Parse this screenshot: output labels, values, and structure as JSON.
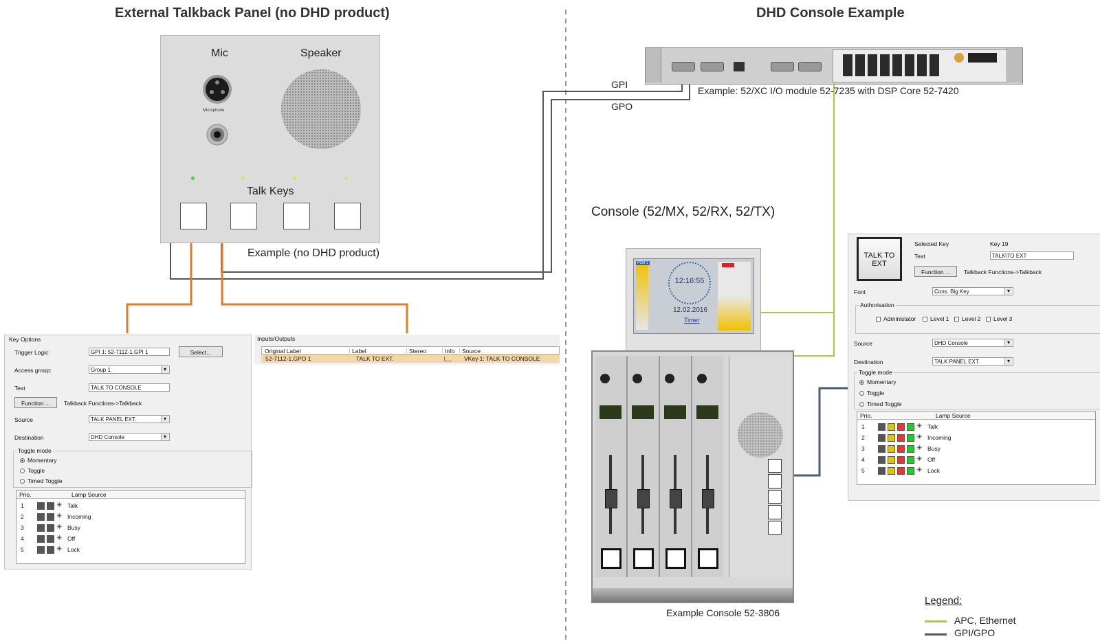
{
  "titles": {
    "left": "External Talkback Panel (no DHD product)",
    "right": "DHD Console Example"
  },
  "panel": {
    "mic": "Mic",
    "microphone": "Microphone",
    "speaker": "Speaker",
    "talk_keys": "Talk Keys",
    "example": "Example (no DHD product)"
  },
  "io_module": {
    "gpi": "GPI",
    "gpo": "GPO",
    "caption": "Example: 52/XC I/O module 52-7235 with DSP Core 52-7420"
  },
  "console": {
    "heading": "Console (52/MX, 52/RX, 52/TX)",
    "caption": "Example Console 52-3806",
    "clock_time": "12:16:55",
    "clock_date": "12.02.2016",
    "timer": "Timer",
    "pgm": "PGM 1"
  },
  "legend": {
    "title": "Legend:",
    "items": [
      {
        "label": "APC, Ethernet",
        "color": "#b5c734"
      },
      {
        "label": "GPI/GPO",
        "color": "#555555"
      }
    ]
  },
  "colors": {
    "gpio_line": "#555555",
    "apc_line": "#b5c734",
    "arrow": "#e07b2a",
    "console_link": "#4a5a80"
  },
  "key_options": {
    "group_title": "Key Options",
    "trigger_logic_label": "Trigger Logic:",
    "trigger_logic_value": "GPI 1: 52-7112-1.GPI 1",
    "select_button": "Select...",
    "access_group_label": "Access group:",
    "access_group_value": "Group 1",
    "text_label": "Text",
    "text_value": "TALK TO CONSOLE",
    "function_button": "Function ...",
    "function_value": "Talkback Functions->Talkback",
    "source_label": "Source",
    "source_value": "TALK PANEL EXT.",
    "destination_label": "Destination",
    "destination_value": "DHD Console",
    "toggle_title": "Toggle mode",
    "toggle_options": [
      "Momentary",
      "Toggle",
      "Timed Toggle"
    ],
    "list_headers": {
      "prio": "Prio.",
      "lamp_source": "Lamp Source"
    },
    "rows": [
      {
        "prio": "1",
        "name": "Talk"
      },
      {
        "prio": "2",
        "name": "Incoming"
      },
      {
        "prio": "3",
        "name": "Busy"
      },
      {
        "prio": "4",
        "name": "Off"
      },
      {
        "prio": "5",
        "name": "Lock"
      }
    ]
  },
  "inputs_outputs": {
    "group_title": "Inputs/Outputs",
    "headers": [
      "Original Label",
      "Label",
      "Stereo",
      "Info",
      "Source"
    ],
    "row": {
      "original": "52-7112-1.GPO 1",
      "label": "TALK TO EXT.",
      "stereo": "",
      "info": "",
      "source": "VKey 1: TALK TO CONSOLE"
    }
  },
  "key_dialog": {
    "key_text": "TALK TO EXT",
    "selected_key_label": "Selected Key",
    "selected_key_value": "Key 19",
    "text_label": "Text",
    "text_value": "TALK\\TO EXT",
    "function_button": "Function ...",
    "function_value": "Talkback Functions->Talkback",
    "font_label": "Font",
    "font_value": "Cons. Big Key",
    "auth_title": "Authorisation",
    "auth_options": [
      "Administator",
      "Level 1",
      "Level 2",
      "Level 3"
    ],
    "source_label": "Source",
    "source_value": "DHD Console",
    "destination_label": "Destination",
    "destination_value": "TALK PANEL EXT.",
    "toggle_title": "Toggle mode",
    "toggle_options": [
      "Momentary",
      "Toggle",
      "Timed Toggle"
    ],
    "list_headers": {
      "prio": "Prio.",
      "lamp_source": "Lamp Source"
    },
    "rows": [
      {
        "prio": "1",
        "name": "Talk"
      },
      {
        "prio": "2",
        "name": "Incoming"
      },
      {
        "prio": "3",
        "name": "Busy"
      },
      {
        "prio": "4",
        "name": "Off"
      },
      {
        "prio": "5",
        "name": "Lock"
      }
    ]
  }
}
